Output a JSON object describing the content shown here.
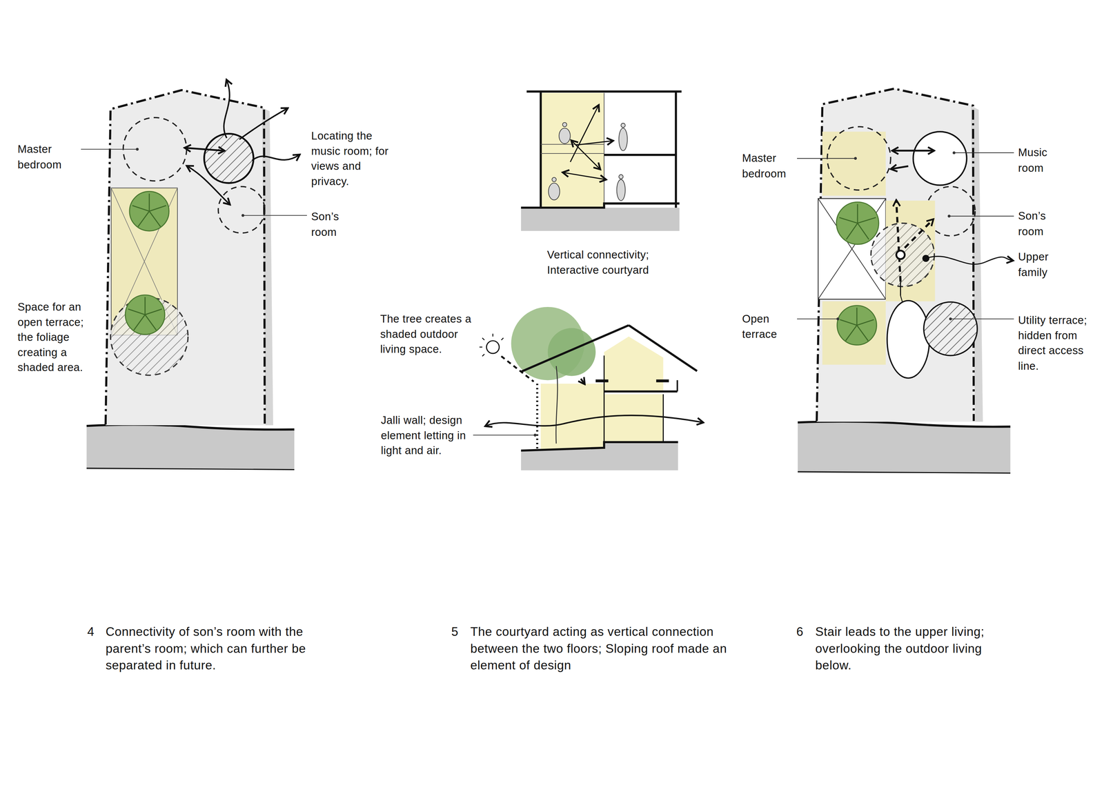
{
  "diagram": {
    "labels": [
      "Master bedroom",
      "Locating the music room; for views and privacy.",
      "Son’s room",
      "Space for an open terrace; the foliage creating a shaded area.",
      "4",
      "Connectivity of son’s room with the parent’s room; which can further be separated in future.",
      "Vertical connectivity; Interactive courtyard",
      "The tree creates a shaded outdoor living space.",
      "Jalli wall; design element letting in light and air.",
      "5",
      "The courtyard acting as vertical connection between the two floors; Sloping roof made an element of design",
      "Master bedroom",
      "Music room",
      "Son’s room",
      "Upper family",
      "Open terrace",
      "Utility terrace; hidden from direct access line.",
      "6",
      "Stair leads to the upper living; overlooking the outdoor living below."
    ]
  }
}
